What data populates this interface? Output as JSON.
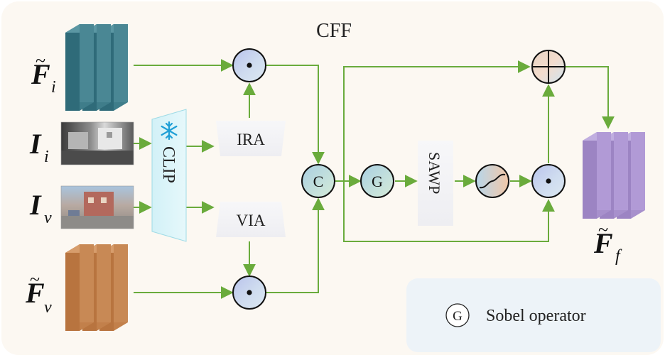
{
  "title": "CFF",
  "inputs": {
    "fi": {
      "symbol": "F",
      "subscript": "i",
      "accent": "~"
    },
    "ii": {
      "symbol": "I",
      "subscript": "i"
    },
    "iv": {
      "symbol": "I",
      "subscript": "v"
    },
    "fv": {
      "symbol": "F",
      "subscript": "v",
      "accent": "~"
    }
  },
  "output": {
    "symbol": "F",
    "subscript": "f",
    "accent": "~"
  },
  "modules": {
    "clip": "CLIP",
    "ira": "IRA",
    "via": "VIA",
    "sawp": "SAWP"
  },
  "operators": {
    "concat": "C",
    "sobel": "G",
    "multiply": "•",
    "add": "+",
    "activation": "sigmoid"
  },
  "legend": {
    "symbol": "G",
    "label": "Sobel operator"
  },
  "colors": {
    "arrow": "#6aab3c",
    "background": "#fcf8f2",
    "legend_bg": "#edf3f8",
    "feature_teal": "#2f6b79",
    "feature_brown": "#b8743f",
    "feature_purple": "#9c84c3",
    "clip_fill": "#d8f4f8"
  },
  "icons": [
    "snowflake-icon"
  ]
}
